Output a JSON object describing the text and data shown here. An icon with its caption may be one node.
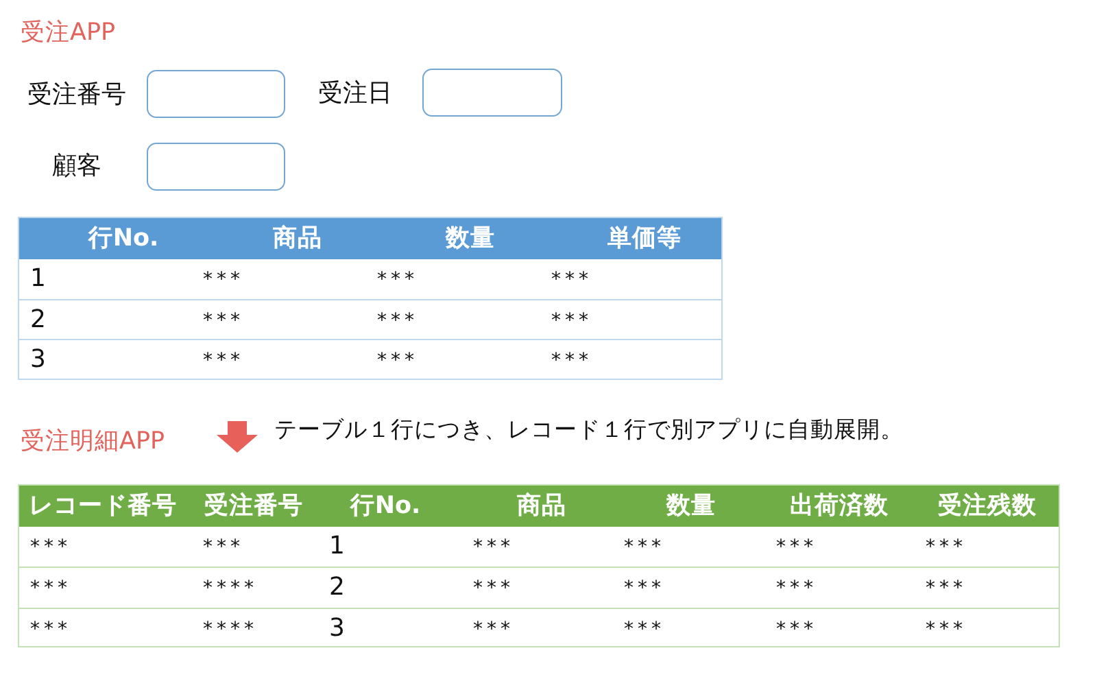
{
  "diagram": {
    "labels": [
      "受注APP",
      "受注番号",
      "受注日",
      "顧客",
      "行No.",
      "商品",
      "数量",
      "単価等",
      "1",
      "***",
      "***",
      "***",
      "2",
      "***",
      "***",
      "***",
      "3",
      "***",
      "***",
      "***",
      "受注明細APP",
      "テーブル１行につき、レコード１行で別アプリに自動展開。",
      "レコード番号",
      "受注番号",
      "行No.",
      "商品",
      "数量",
      "出荷済数",
      "受注残数",
      "***",
      "***",
      "1",
      "***",
      "***",
      "***",
      "***",
      "***",
      "****",
      "2",
      "***",
      "***",
      "***",
      "***",
      "***",
      "****",
      "3",
      "***",
      "***",
      "***",
      "***"
    ]
  }
}
